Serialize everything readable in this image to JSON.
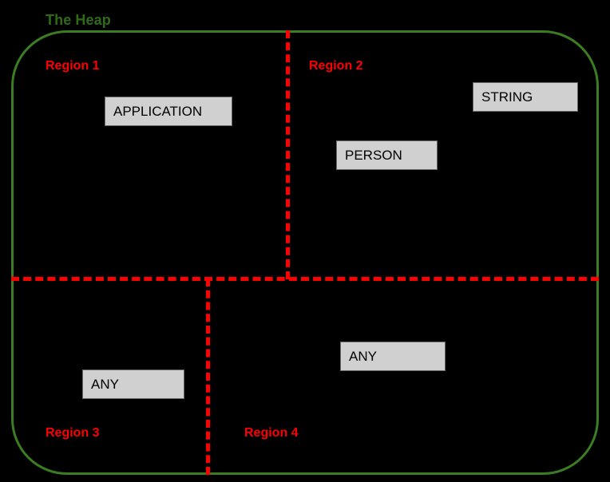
{
  "diagram": {
    "title": "The Heap",
    "colors": {
      "background": "#000000",
      "heap_border": "#3a7d22",
      "heap_title": "#2e6b17",
      "divider": "#ff0000",
      "region_label": "#ff0000",
      "box_fill": "#d0d0d0",
      "box_border": "#666666",
      "box_text": "#000000"
    },
    "regions": [
      {
        "id": "region-1",
        "label": "Region 1"
      },
      {
        "id": "region-2",
        "label": "Region 2"
      },
      {
        "id": "region-3",
        "label": "Region 3"
      },
      {
        "id": "region-4",
        "label": "Region 4"
      }
    ],
    "objects": [
      {
        "id": "application",
        "label": "APPLICATION",
        "region": "Region 1"
      },
      {
        "id": "string",
        "label": "STRING",
        "region": "Region 2"
      },
      {
        "id": "person",
        "label": "PERSON",
        "region": "Region 2"
      },
      {
        "id": "any-r3",
        "label": "ANY",
        "region": "Region 3"
      },
      {
        "id": "any-r4",
        "label": "ANY",
        "region": "Region 4"
      }
    ],
    "dividers": [
      {
        "id": "horizontal-divider",
        "orientation": "horizontal",
        "style": "dashed"
      },
      {
        "id": "vertical-divider-upper",
        "orientation": "vertical",
        "style": "dashed"
      },
      {
        "id": "vertical-divider-lower",
        "orientation": "vertical",
        "style": "dashed"
      }
    ]
  }
}
